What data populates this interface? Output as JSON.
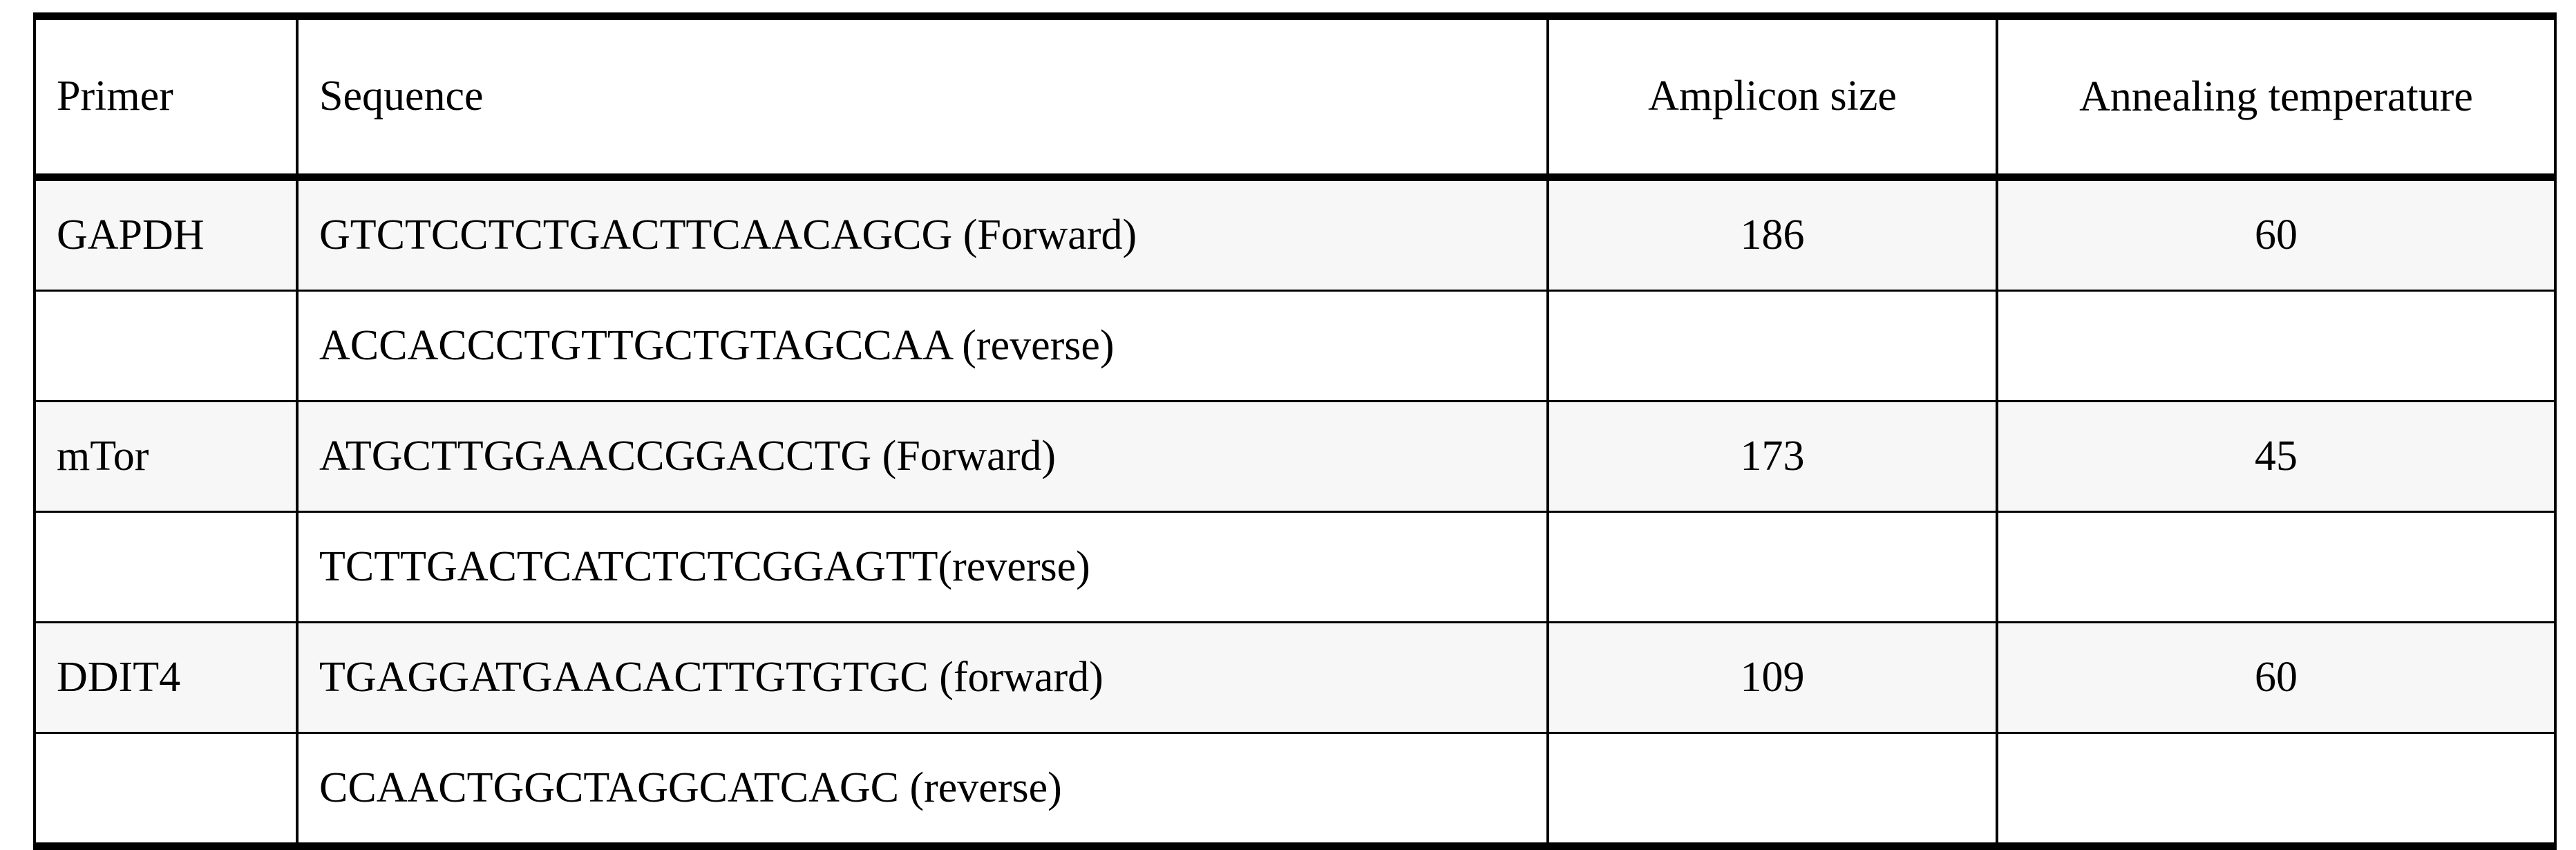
{
  "table": {
    "caption_visible": false,
    "colors": {
      "border": "#000000",
      "shaded_row_background": "#f7f7f7",
      "plain_row_background": "#ffffff",
      "text": "#000000"
    },
    "columns": [
      {
        "key": "primer",
        "header": "Primer",
        "align": "left"
      },
      {
        "key": "sequence",
        "header": "Sequence",
        "align": "left"
      },
      {
        "key": "amplicon",
        "header": "Amplicon size",
        "align": "center"
      },
      {
        "key": "annealing",
        "header": "Annealing temperature",
        "align": "center"
      }
    ],
    "rows": [
      {
        "shaded": true,
        "primer": "GAPDH",
        "sequence": "GTCTCCTCTGACTTCAACAGCG (Forward)",
        "amplicon": "186",
        "annealing": "60"
      },
      {
        "shaded": false,
        "primer": "",
        "sequence": "ACCACCCTGTTGCTGTAGCCAA (reverse)",
        "amplicon": "",
        "annealing": ""
      },
      {
        "shaded": true,
        "primer": "mTor",
        "sequence": "ATGCTTGGAACCGGACCTG (Forward)",
        "amplicon": "173",
        "annealing": "45"
      },
      {
        "shaded": false,
        "primer": "",
        "sequence": "TCTTGACTCATCTCTCGGAGTT(reverse)",
        "amplicon": "",
        "annealing": ""
      },
      {
        "shaded": true,
        "primer": "DDIT4",
        "sequence": "TGAGGATGAACACTTGTGTGC (forward)",
        "amplicon": "109",
        "annealing": "60"
      },
      {
        "shaded": false,
        "primer": "",
        "sequence": "CCAACTGGCTAGGCATCAGC (reverse)",
        "amplicon": "",
        "annealing": ""
      }
    ]
  }
}
